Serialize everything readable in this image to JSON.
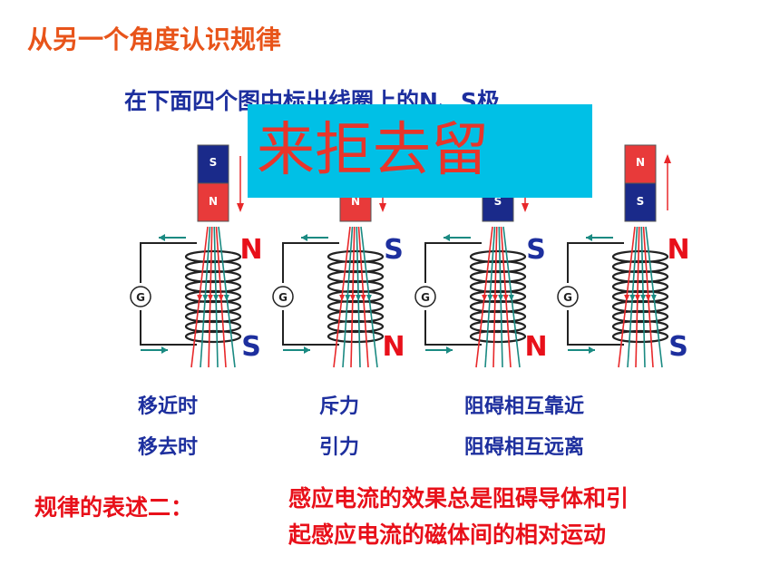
{
  "colors": {
    "title": "#e8541a",
    "instruction": "#1d2f9e",
    "banner_bg": "#00c0e6",
    "banner_text": "#e8352a",
    "label": "#1d2f9e",
    "pole_label": "#e8101a",
    "pole_label_alt": "#1d2f9e",
    "rule_title": "#e8101a",
    "rule_text": "#e8101a",
    "field_line_red": "#e8282a",
    "field_line_teal": "#1a8a82",
    "coil": "#222222",
    "magnet_red": "#e83a3a",
    "magnet_blue": "#1a2a8a"
  },
  "title": "从另一个角度认识规律",
  "instruction": "在下面四个图中标出线圈上的N、S极",
  "banner": "来拒去留",
  "galvanometer_symbol": "G",
  "magnets": [
    {
      "top": "S",
      "bottom": "N",
      "motion": "down"
    },
    {
      "top": "",
      "bottom": "N",
      "motion": "down"
    },
    {
      "top": "",
      "bottom": "S",
      "motion": "down"
    },
    {
      "top": "N",
      "bottom": "S",
      "motion": "up"
    }
  ],
  "coil_poles": [
    {
      "top": "N",
      "bottom": "S"
    },
    {
      "top": "S",
      "bottom": "N"
    },
    {
      "top": "S",
      "bottom": "N"
    },
    {
      "top": "N",
      "bottom": "S"
    }
  ],
  "labels": {
    "approach": "移近时",
    "leave": "移去时",
    "repel": "斥力",
    "attract": "引力",
    "hinder_approach": "阻碍相互靠近",
    "hinder_leave": "阻碍相互远离"
  },
  "rule": {
    "title": "规律的表述二：",
    "line1": "感应电流的效果总是阻碍导体和引",
    "line2": "起感应电流的磁体间的相对运动"
  }
}
